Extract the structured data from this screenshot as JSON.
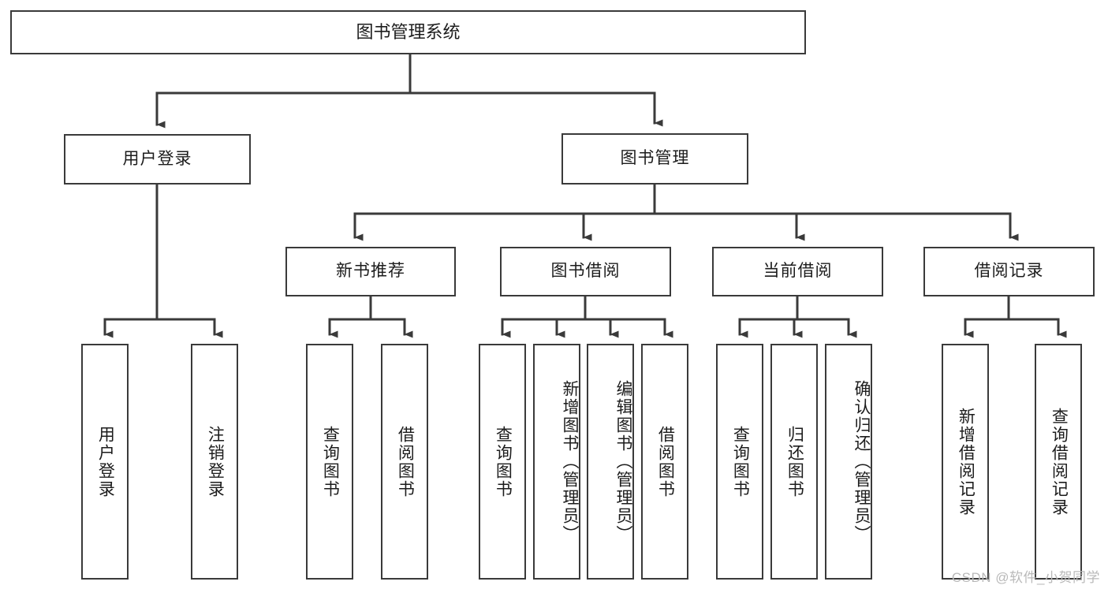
{
  "diagram": {
    "title": "图书管理系统",
    "type": "tree",
    "root": {
      "id": "root",
      "label": "图书管理系统"
    },
    "level2": [
      {
        "id": "user-login",
        "label": "用户登录"
      },
      {
        "id": "book-manage",
        "label": "图书管理"
      }
    ],
    "level3": [
      {
        "id": "new-book-recommend",
        "label": "新书推荐"
      },
      {
        "id": "book-borrow",
        "label": "图书借阅"
      },
      {
        "id": "current-borrow",
        "label": "当前借阅"
      },
      {
        "id": "borrow-record",
        "label": "借阅记录"
      }
    ],
    "leaves": {
      "user_login": [
        {
          "id": "leaf-user-login",
          "label": "用户登录"
        },
        {
          "id": "leaf-logout",
          "label": "注销登录"
        }
      ],
      "new_book_recommend": [
        {
          "id": "leaf-query-book-1",
          "label": "查询图书"
        },
        {
          "id": "leaf-borrow-book-1",
          "label": "借阅图书"
        }
      ],
      "book_borrow": [
        {
          "id": "leaf-query-book-2",
          "label": "查询图书"
        },
        {
          "id": "leaf-add-book",
          "label": "新增图书（管理员）"
        },
        {
          "id": "leaf-edit-book",
          "label": "编辑图书（管理员）"
        },
        {
          "id": "leaf-borrow-book-2",
          "label": "借阅图书"
        }
      ],
      "current_borrow": [
        {
          "id": "leaf-query-book-3",
          "label": "查询图书"
        },
        {
          "id": "leaf-return-book",
          "label": "归还图书"
        },
        {
          "id": "leaf-confirm-return",
          "label": "确认归还（管理员）"
        }
      ],
      "borrow_record": [
        {
          "id": "leaf-add-record",
          "label": "新增借阅记录"
        },
        {
          "id": "leaf-query-record",
          "label": "查询借阅记录"
        }
      ]
    },
    "colors": {
      "stroke": "#3a3a3a",
      "fill": "#ffffff",
      "text": "#1c1c1c",
      "watermark": "#b9b9b9"
    }
  },
  "watermark": {
    "text": "CSDN @软件_小贺同学"
  }
}
